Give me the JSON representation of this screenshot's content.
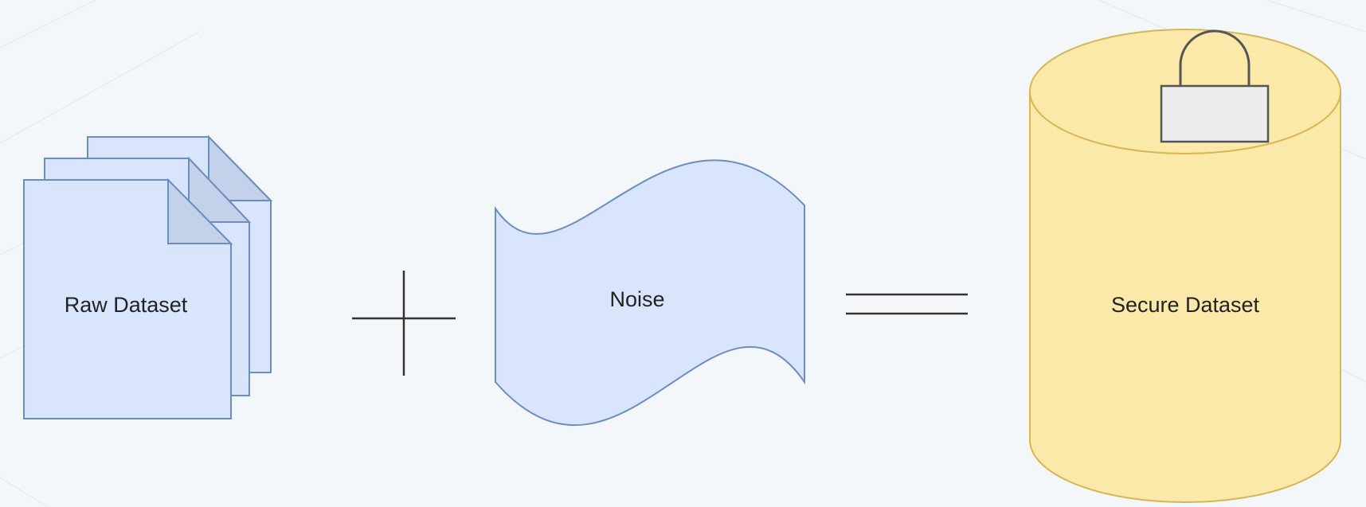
{
  "diagram": {
    "nodes": {
      "raw_dataset": {
        "label": "Raw Dataset",
        "shape": "document-stack"
      },
      "noise": {
        "label": "Noise",
        "shape": "wave"
      },
      "secure_dataset": {
        "label": "Secure Dataset",
        "shape": "cylinder",
        "icon": "lock-icon"
      }
    },
    "operators": {
      "plus": "+",
      "equals": "="
    }
  },
  "colors": {
    "background": "#f4f7fa",
    "blue_fill": "#d8e5fc",
    "blue_fold": "#c3d2ea",
    "blue_stroke": "#6c8ebf",
    "yellow_fill": "#fbe9a9",
    "yellow_stroke": "#d6b656",
    "lock_fill": "#ececec",
    "lock_stroke": "#555555",
    "operator_stroke": "#333333"
  }
}
